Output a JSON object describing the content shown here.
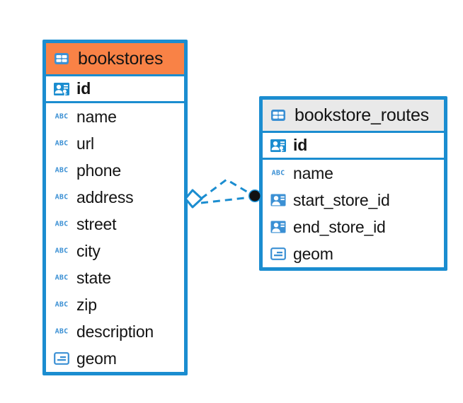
{
  "diagram": {
    "type": "er-diagram",
    "background_color": "#ffffff",
    "accent_color": "#1b8dd0",
    "selected_header_color": "#f98246",
    "plain_header_color": "#e9e9e9",
    "text_color": "#141414"
  },
  "tables": [
    {
      "name": "bookstores",
      "header_icon": "table-icon",
      "selected": true,
      "fields": [
        {
          "label": "id",
          "icon": "primary-key-icon",
          "type": "pk"
        },
        {
          "label": "name",
          "icon": "abc-string-icon",
          "type": "text"
        },
        {
          "label": "url",
          "icon": "abc-string-icon",
          "type": "text"
        },
        {
          "label": "phone",
          "icon": "abc-string-icon",
          "type": "text"
        },
        {
          "label": "address",
          "icon": "abc-string-icon",
          "type": "text"
        },
        {
          "label": "street",
          "icon": "abc-string-icon",
          "type": "text"
        },
        {
          "label": "city",
          "icon": "abc-string-icon",
          "type": "text"
        },
        {
          "label": "state",
          "icon": "abc-string-icon",
          "type": "text"
        },
        {
          "label": "zip",
          "icon": "abc-string-icon",
          "type": "text"
        },
        {
          "label": "description",
          "icon": "abc-string-icon",
          "type": "text"
        },
        {
          "label": "geom",
          "icon": "geometry-icon",
          "type": "geom"
        }
      ]
    },
    {
      "name": "bookstore_routes",
      "header_icon": "table-icon",
      "selected": false,
      "fields": [
        {
          "label": "id",
          "icon": "primary-key-icon",
          "type": "pk"
        },
        {
          "label": "name",
          "icon": "abc-string-icon",
          "type": "text"
        },
        {
          "label": "start_store_id",
          "icon": "foreign-key-icon",
          "type": "fk"
        },
        {
          "label": "end_store_id",
          "icon": "foreign-key-icon",
          "type": "fk"
        },
        {
          "label": "geom",
          "icon": "geometry-icon",
          "type": "geom"
        }
      ]
    }
  ],
  "relationship": {
    "style": "dashed",
    "color": "#1b8dd0",
    "source_endpoint": "diamond",
    "target_endpoint": "filled-circle",
    "target_endpoint_color": "#111111"
  }
}
